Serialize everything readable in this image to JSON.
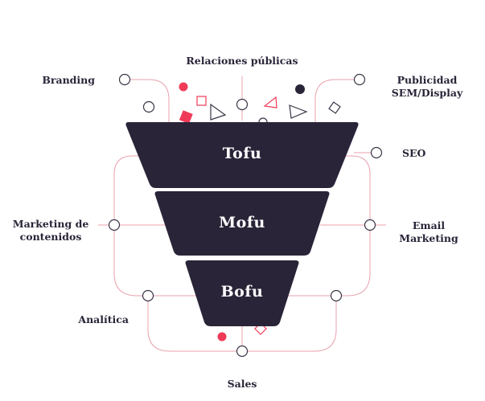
{
  "funnel": {
    "stages": [
      {
        "id": "tofu",
        "label": "Tofu"
      },
      {
        "id": "mofu",
        "label": "Mofu"
      },
      {
        "id": "bofu",
        "label": "Bofu"
      }
    ]
  },
  "channels": {
    "relaciones_publicas": "Relaciones públicas",
    "branding": "Branding",
    "publicidad": [
      "Publicidad",
      "SEM/Display"
    ],
    "seo": "SEO",
    "marketing_contenidos": [
      "Marketing de",
      "contenidos"
    ],
    "email_marketing": [
      "Email",
      "Marketing"
    ],
    "analitica": "Analítica",
    "sales": "Sales"
  },
  "colors": {
    "funnel": "#2a2438",
    "line": "#e8a0ad",
    "accent_red": "#ef3b57",
    "dark_dot": "#2a2438",
    "node_stroke": "#3a3446"
  }
}
